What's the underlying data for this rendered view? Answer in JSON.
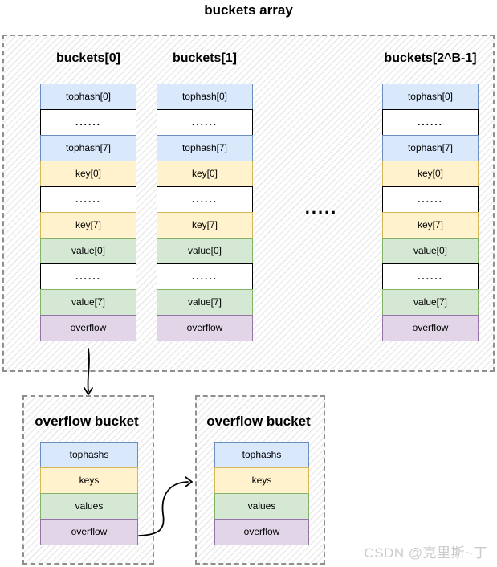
{
  "title": "buckets array",
  "buckets_array": {
    "columns": [
      {
        "header": "buckets[0]",
        "rows": [
          "tophash[0]",
          "......",
          "tophash[7]",
          "key[0]",
          "......",
          "key[7]",
          "value[0]",
          "......",
          "value[7]",
          "overflow"
        ]
      },
      {
        "header": "buckets[1]",
        "rows": [
          "tophash[0]",
          "......",
          "tophash[7]",
          "key[0]",
          "......",
          "key[7]",
          "value[0]",
          "......",
          "value[7]",
          "overflow"
        ]
      },
      {
        "header": "buckets[2^B-1]",
        "rows": [
          "tophash[0]",
          "......",
          "tophash[7]",
          "key[0]",
          "......",
          "key[7]",
          "value[0]",
          "......",
          "value[7]",
          "overflow"
        ]
      }
    ],
    "ellipsis": "....."
  },
  "overflow_buckets": [
    {
      "title": "overflow bucket",
      "rows": [
        "tophashs",
        "keys",
        "values",
        "overflow"
      ]
    },
    {
      "title": "overflow bucket",
      "rows": [
        "tophashs",
        "keys",
        "values",
        "overflow"
      ]
    }
  ],
  "watermark": "CSDN @克里斯~丁",
  "palette": {
    "tophash_fill": "#dae8fc",
    "tophash_border": "#6c8ebf",
    "key_fill": "#fff2cc",
    "key_border": "#d6b656",
    "value_fill": "#d5e8d4",
    "value_border": "#82b366",
    "overflow_fill": "#e1d5e7",
    "overflow_border": "#9673a6",
    "plain_fill": "#ffffff",
    "plain_border": "#000000",
    "dashed_border": "#8f8f8f",
    "arrow": "#000000"
  }
}
